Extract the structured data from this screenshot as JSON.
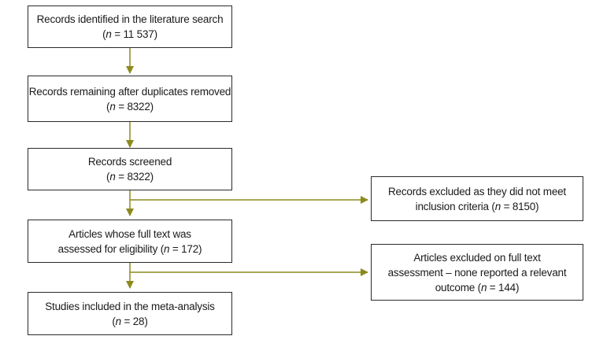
{
  "flow": {
    "identified": {
      "text": "Records identified in the literature search",
      "n": "11 537"
    },
    "deduplicated": {
      "text": "Records remaining after duplicates removed",
      "n": "8322"
    },
    "screened": {
      "text": "Records screened",
      "n": "8322"
    },
    "fulltext": {
      "line1": "Articles whose full text was",
      "line2": "assessed for eligibility (",
      "n": "172"
    },
    "included": {
      "text": "Studies included in the meta-analysis",
      "n": "28"
    }
  },
  "exclusions": {
    "screening": {
      "line1": "Records excluded as they did not meet",
      "line2": "inclusion criteria (",
      "n": "8150"
    },
    "fulltext": {
      "line1": "Articles excluded on full text",
      "line2": "assessment – none reported a relevant",
      "line3": "outcome (",
      "n": "144"
    }
  },
  "colors": {
    "arrow": "#8c8a1c",
    "border": "#2a2a2a"
  }
}
